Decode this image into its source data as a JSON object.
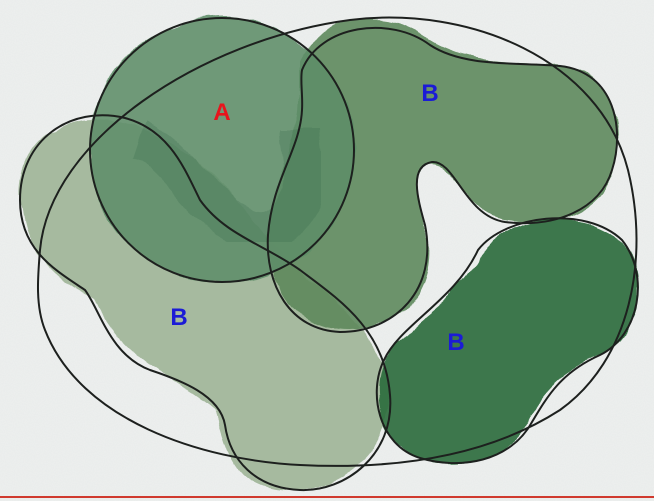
{
  "diagram": {
    "labels": [
      {
        "id": "a",
        "text": "A",
        "color": "#e8141c"
      },
      {
        "id": "b-top",
        "text": "B",
        "color": "#1b1bd6"
      },
      {
        "id": "b-left",
        "text": "B",
        "color": "#1b1bd6"
      },
      {
        "id": "b-right",
        "text": "B",
        "color": "#1b1bd6"
      }
    ],
    "colors": {
      "background": "#eef0ef",
      "outline": "#1d201e",
      "border_line": "#d03a2e",
      "region_a": "#5f8d69",
      "region_b_top": "#5e8a5c",
      "region_b_left": "#9fb597",
      "region_b_right": "#2f6e3e"
    }
  }
}
